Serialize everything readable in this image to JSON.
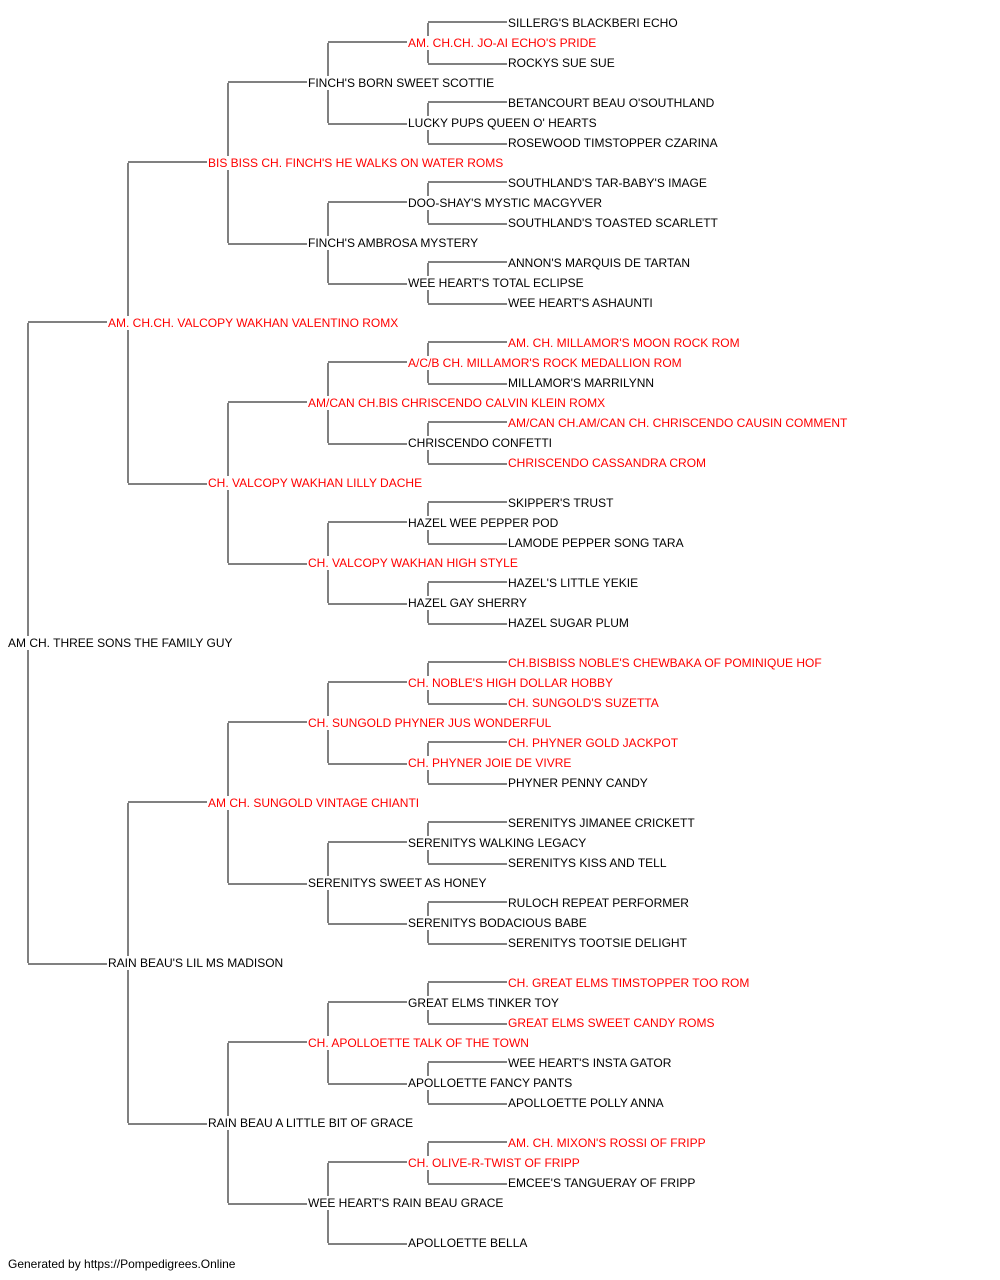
{
  "colors": {
    "champion": "#ff0000",
    "regular": "#000000",
    "line": "#000000"
  },
  "pedigree": {
    "name": "AM CH. THREE SONS THE FAMILY GUY",
    "champion": false,
    "sire": {
      "name": "AM. CH.CH. VALCOPY WAKHAN VALENTINO ROMX",
      "champion": true,
      "sire": {
        "name": "BIS BISS CH. FINCH'S HE WALKS ON WATER ROMS",
        "champion": true,
        "sire": {
          "name": "FINCH'S BORN SWEET SCOTTIE",
          "champion": false,
          "sire": {
            "name": "AM. CH.CH. JO-AI ECHO'S PRIDE",
            "champion": true,
            "sire": {
              "name": "SILLERG'S BLACKBERI ECHO",
              "champion": false
            },
            "dam": {
              "name": "ROCKYS SUE SUE",
              "champion": false
            }
          },
          "dam": {
            "name": "LUCKY PUPS QUEEN O' HEARTS",
            "champion": false,
            "sire": {
              "name": "BETANCOURT BEAU O'SOUTHLAND",
              "champion": false
            },
            "dam": {
              "name": "ROSEWOOD TIMSTOPPER CZARINA",
              "champion": false
            }
          }
        },
        "dam": {
          "name": "FINCH'S AMBROSA MYSTERY",
          "champion": false,
          "sire": {
            "name": "DOO-SHAY'S MYSTIC MACGYVER",
            "champion": false,
            "sire": {
              "name": "SOUTHLAND'S TAR-BABY'S IMAGE",
              "champion": false
            },
            "dam": {
              "name": "SOUTHLAND'S TOASTED SCARLETT",
              "champion": false
            }
          },
          "dam": {
            "name": "WEE HEART'S TOTAL ECLIPSE",
            "champion": false,
            "sire": {
              "name": "ANNON'S MARQUIS DE TARTAN",
              "champion": false
            },
            "dam": {
              "name": "WEE HEART'S ASHAUNTI",
              "champion": false
            }
          }
        }
      },
      "dam": {
        "name": "CH. VALCOPY WAKHAN LILLY DACHE",
        "champion": true,
        "sire": {
          "name": "AM/CAN CH.BIS CHRISCENDO CALVIN KLEIN ROMX",
          "champion": true,
          "sire": {
            "name": "A/C/B CH. MILLAMOR'S ROCK MEDALLION ROM",
            "champion": true,
            "sire": {
              "name": "AM. CH. MILLAMOR'S MOON ROCK ROM",
              "champion": true
            },
            "dam": {
              "name": "MILLAMOR'S MARRILYNN",
              "champion": false
            }
          },
          "dam": {
            "name": "CHRISCENDO CONFETTI",
            "champion": false,
            "sire": {
              "name": "AM/CAN CH.AM/CAN CH. CHRISCENDO CAUSIN COMMENT",
              "champion": true
            },
            "dam": {
              "name": "CHRISCENDO CASSANDRA CROM",
              "champion": true
            }
          }
        },
        "dam": {
          "name": "CH. VALCOPY WAKHAN HIGH STYLE",
          "champion": true,
          "sire": {
            "name": "HAZEL WEE PEPPER POD",
            "champion": false,
            "sire": {
              "name": "SKIPPER'S TRUST",
              "champion": false
            },
            "dam": {
              "name": "LAMODE PEPPER SONG TARA",
              "champion": false
            }
          },
          "dam": {
            "name": "HAZEL GAY SHERRY",
            "champion": false,
            "sire": {
              "name": "HAZEL'S LITTLE YEKIE",
              "champion": false
            },
            "dam": {
              "name": "HAZEL SUGAR PLUM",
              "champion": false
            }
          }
        }
      }
    },
    "dam": {
      "name": "RAIN BEAU'S LIL MS MADISON",
      "champion": false,
      "sire": {
        "name": "AM CH. SUNGOLD VINTAGE CHIANTI",
        "champion": true,
        "sire": {
          "name": "CH. SUNGOLD PHYNER JUS WONDERFUL",
          "champion": true,
          "sire": {
            "name": "CH. NOBLE'S HIGH DOLLAR HOBBY",
            "champion": true,
            "sire": {
              "name": "CH.BISBISS NOBLE'S CHEWBAKA OF POMINIQUE HOF",
              "champion": true
            },
            "dam": {
              "name": "CH. SUNGOLD'S SUZETTA",
              "champion": true
            }
          },
          "dam": {
            "name": "CH. PHYNER JOIE DE VIVRE",
            "champion": true,
            "sire": {
              "name": "CH. PHYNER GOLD JACKPOT",
              "champion": true
            },
            "dam": {
              "name": "PHYNER PENNY CANDY",
              "champion": false
            }
          }
        },
        "dam": {
          "name": "SERENITYS SWEET AS HONEY",
          "champion": false,
          "sire": {
            "name": "SERENITYS WALKING LEGACY",
            "champion": false,
            "sire": {
              "name": "SERENITYS JIMANEE CRICKETT",
              "champion": false
            },
            "dam": {
              "name": "SERENITYS KISS AND TELL",
              "champion": false
            }
          },
          "dam": {
            "name": "SERENITYS BODACIOUS BABE",
            "champion": false,
            "sire": {
              "name": "RULOCH REPEAT PERFORMER",
              "champion": false
            },
            "dam": {
              "name": "SERENITYS TOOTSIE DELIGHT",
              "champion": false
            }
          }
        }
      },
      "dam": {
        "name": "RAIN BEAU A LITTLE BIT OF GRACE",
        "champion": false,
        "sire": {
          "name": "CH. APOLLOETTE TALK OF THE TOWN",
          "champion": true,
          "sire": {
            "name": "GREAT ELMS TINKER TOY",
            "champion": false,
            "sire": {
              "name": "CH. GREAT ELMS TIMSTOPPER TOO ROM",
              "champion": true
            },
            "dam": {
              "name": "GREAT ELMS SWEET CANDY ROMS",
              "champion": true
            }
          },
          "dam": {
            "name": "APOLLOETTE FANCY PANTS",
            "champion": false,
            "sire": {
              "name": "WEE HEART'S INSTA GATOR",
              "champion": false
            },
            "dam": {
              "name": "APOLLOETTE POLLY ANNA",
              "champion": false
            }
          }
        },
        "dam": {
          "name": "WEE HEART'S RAIN BEAU GRACE",
          "champion": false,
          "sire": {
            "name": "CH. OLIVE-R-TWIST OF FRIPP",
            "champion": true,
            "sire": {
              "name": "AM. CH. MIXON'S ROSSI OF FRIPP",
              "champion": true
            },
            "dam": {
              "name": "EMCEE'S TANGUERAY OF FRIPP",
              "champion": false
            }
          },
          "dam": {
            "name": "APOLLOETTE BELLA",
            "champion": false
          }
        }
      }
    }
  },
  "footer": "Generated by https://Pompedigrees.Online"
}
